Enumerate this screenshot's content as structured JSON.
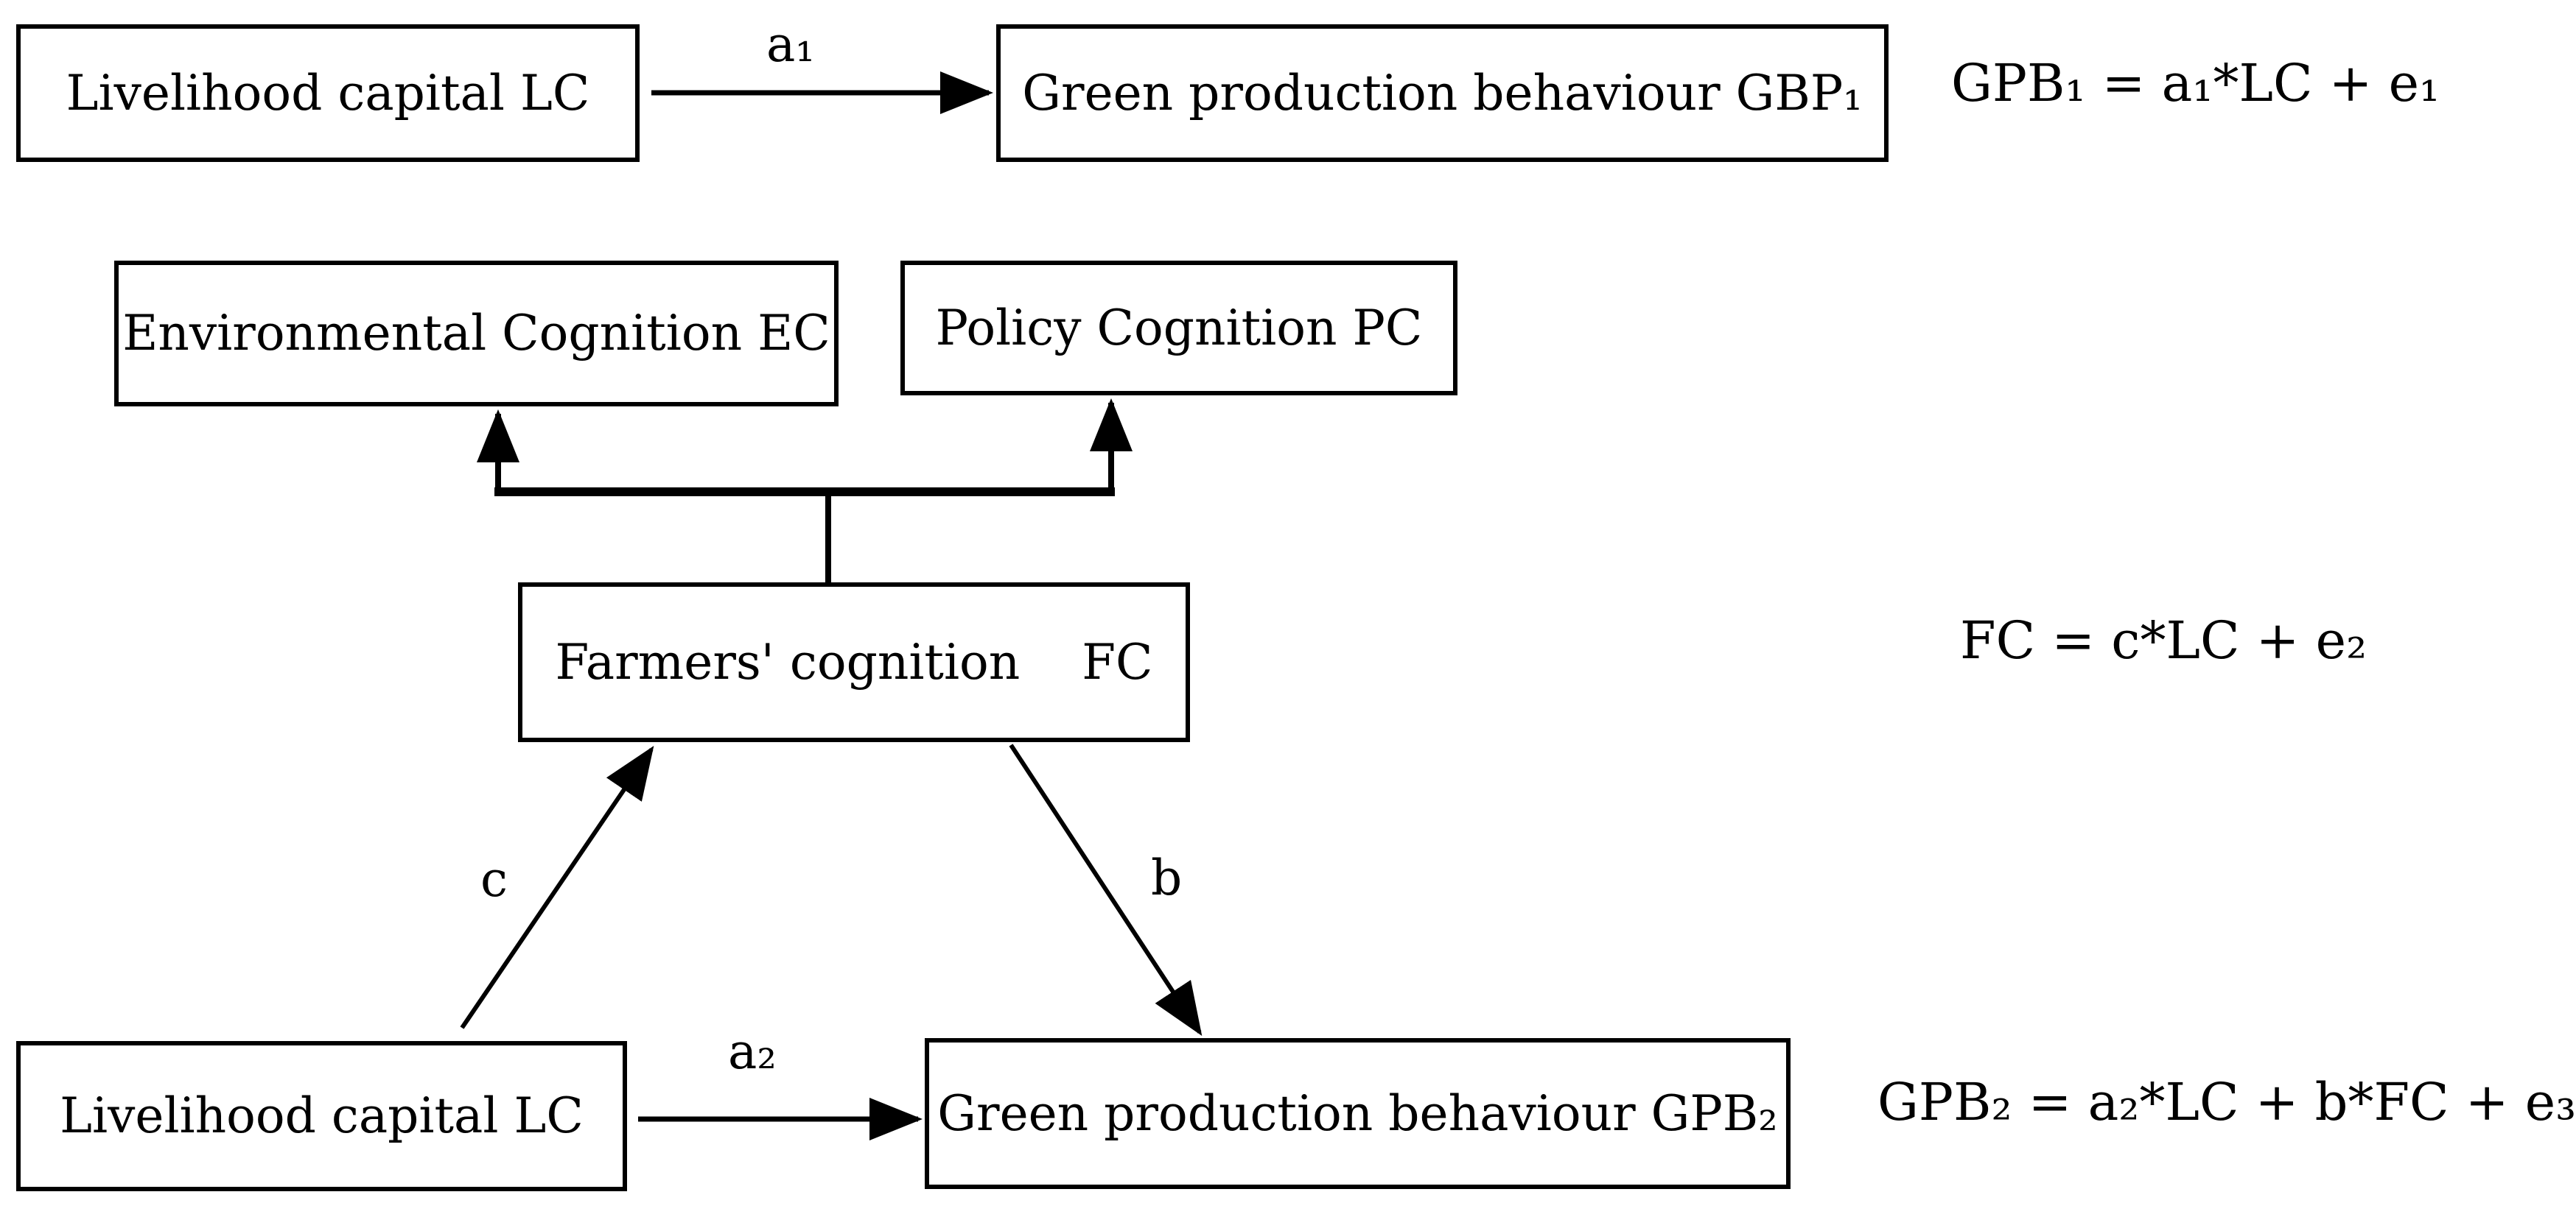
{
  "figure": {
    "background_color": "#ffffff",
    "line_color": "#000000"
  },
  "boxes": {
    "lc_top": {
      "label": "Livelihood capital LC"
    },
    "gbp1": {
      "label": "Green production behaviour GBP₁"
    },
    "ec": {
      "label": "Environmental Cognition EC"
    },
    "pc": {
      "label": "Policy Cognition PC"
    },
    "fc": {
      "label": "Farmers' cognition    FC"
    },
    "lc_bottom": {
      "label": "Livelihood capital LC"
    },
    "gpb2": {
      "label": "Green production behaviour GPB₂"
    }
  },
  "path_labels": {
    "a1": "a₁",
    "a2": "a₂",
    "c": "c",
    "b": "b"
  },
  "equations": {
    "eq1": "GPB₁ = a₁*LC + e₁",
    "eq2": "FC = c*LC + e₂",
    "eq3": "GPB₂ = a₂*LC + b*FC + e₃"
  }
}
